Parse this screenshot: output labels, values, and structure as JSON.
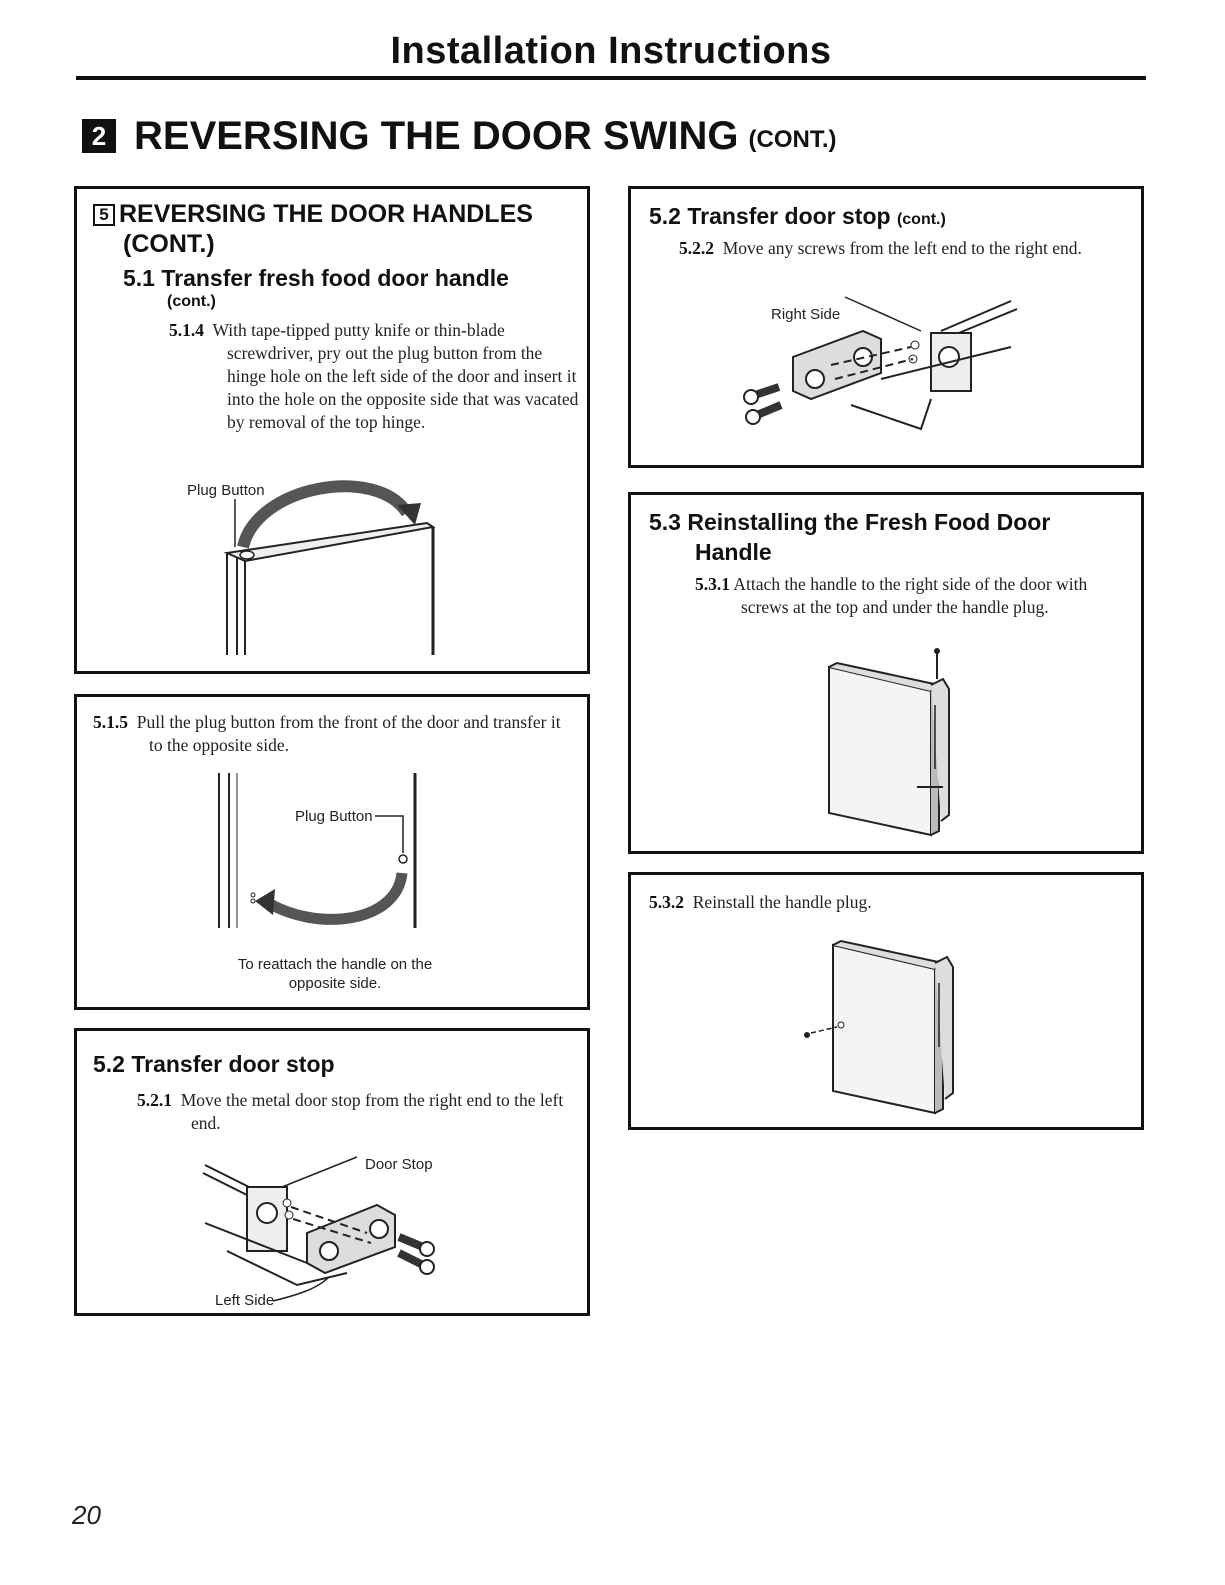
{
  "header": {
    "title": "Installation Instructions"
  },
  "section": {
    "badge": "2",
    "title": "REVERSING THE DOOR SWING",
    "cont": "(CONT.)"
  },
  "box1": {
    "badge": "5",
    "title": "REVERSING THE DOOR HANDLES",
    "title_cont": "(CONT.)",
    "subtitle": "5.1 Transfer fresh food door handle",
    "subtitle_cont": "(cont.)",
    "step_no": "5.1.4",
    "step_text": "With tape-tipped putty knife or thin-blade screwdriver, pry out the plug button from the hinge hole on the left side of the door and insert it into the hole on the opposite side that was vacated by removal of the top hinge.",
    "fig_label": "Plug Button"
  },
  "box2": {
    "step_no": "5.1.5",
    "step_text": "Pull the plug button from the front of the door and transfer it to the opposite side.",
    "fig_label": "Plug Button",
    "caption_line1": "To reattach the handle on the",
    "caption_line2": "opposite side."
  },
  "box3": {
    "title": "5.2 Transfer door stop",
    "step_no": "5.2.1",
    "step_text": "Move the metal door stop from the right end to the left end.",
    "fig_label_top": "Door Stop",
    "fig_label_bottom": "Left Side"
  },
  "box4": {
    "title": "5.2 Transfer door stop",
    "title_cont": "(cont.)",
    "step_no": "5.2.2",
    "step_text": "Move any screws from the left end to the right end.",
    "fig_label": "Right Side"
  },
  "box5": {
    "title": "5.3 Reinstalling the Fresh Food Door",
    "title_line2": "Handle",
    "step_no": "5.3.1",
    "step_text": "Attach the handle to the right side of the door with screws at the top and under the handle plug."
  },
  "box6": {
    "step_no": "5.3.2",
    "step_text": "Reinstall the handle plug."
  },
  "footer": {
    "page_number": "20"
  }
}
